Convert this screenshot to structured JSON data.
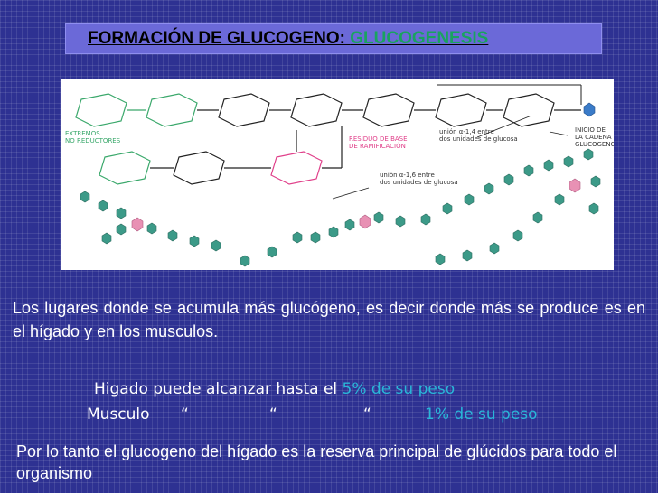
{
  "title": {
    "main": "FORMACIÓN DE GLUCOGENO:",
    "accent": "GLUCOGENESIS"
  },
  "figure": {
    "label_left": [
      "EXTREMOS",
      "NO REDUCTORES"
    ],
    "label_mid": [
      "RESIDUO DE BASE",
      "DE RAMIFICACIÓN"
    ],
    "label_right1": [
      "unión α-1,4 entre",
      "dos unidades de glucosa"
    ],
    "label_right2": [
      "unión α-1,6 entre",
      "dos unidades de glucosa"
    ],
    "label_far_right": [
      "INICIO DE",
      "LA CADENA",
      "GLUCOGENO"
    ]
  },
  "paragraph1": "Los lugares donde se acumula más glucógeno, es decir donde más se produce es en el hígado y en los musculos.",
  "liver": {
    "text": "Higado puede alcanzar hasta el",
    "value": "5% de su peso"
  },
  "muscle": {
    "label": "Musculo",
    "q1": "“",
    "q2": "“",
    "q3": "“",
    "value": "1% de su peso"
  },
  "paragraph2": "Por lo tanto el glucogeno del hígado es la reserva principal de glúcidos para todo el organismo",
  "colors": {
    "background": "#2e3192",
    "title_box": "#6b69d8",
    "accent": "#29b6d8"
  }
}
